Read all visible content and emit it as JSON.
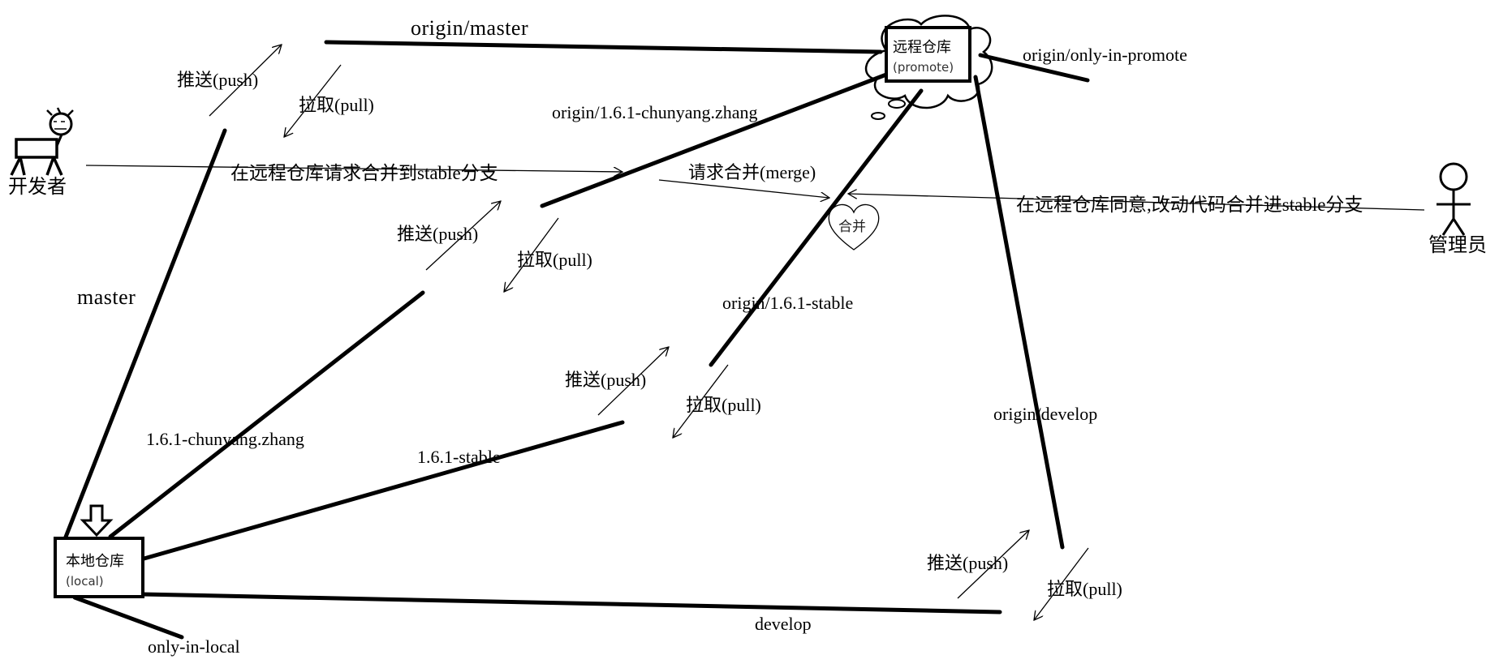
{
  "remote": {
    "title": "远程仓库",
    "subtitle": "(promote)"
  },
  "local": {
    "title": "本地仓库",
    "subtitle": "(local)"
  },
  "actors": {
    "developer": "开发者",
    "admin": "管理员"
  },
  "merge_heart": "合并",
  "branches": {
    "origin_master": "origin/master",
    "origin_only_in_promote": "origin/only-in-promote",
    "origin_chunyang": "origin/1.6.1-chunyang.zhang",
    "origin_stable": "origin/1.6.1-stable",
    "origin_develop": "origin/develop",
    "master": "master",
    "chunyang": "1.6.1-chunyang.zhang",
    "stable": "1.6.1-stable",
    "develop": "develop",
    "only_in_local": "only-in-local"
  },
  "actions": {
    "push": "推送(push)",
    "pull": "拉取(pull)",
    "request_merge": "请求合并(merge)",
    "dev_request": "在远程仓库请求合并到stable分支",
    "admin_merge": "在远程仓库同意,改动代码合并进stable分支"
  }
}
